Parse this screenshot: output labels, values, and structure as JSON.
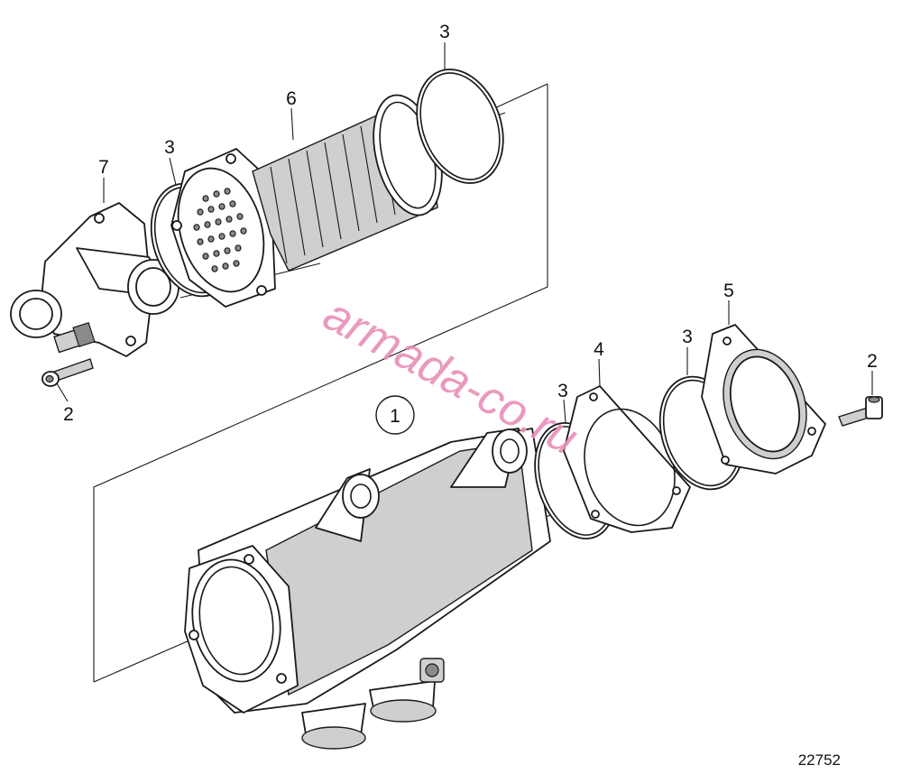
{
  "labels": {
    "group": "1",
    "screw_left": "2",
    "screw_right": "2",
    "ring_top": "3",
    "ring_left": "3",
    "ring_mid_left": "3",
    "ring_mid_right": "3",
    "gasket": "4",
    "cover": "5",
    "filter": "6",
    "thermostat_housing": "7"
  },
  "watermark": "armada-co.ru",
  "reference_number": "22752",
  "colors": {
    "line": "#1a1a1a",
    "watermark": "#e88fb9",
    "shade": "#cfcfcf"
  }
}
